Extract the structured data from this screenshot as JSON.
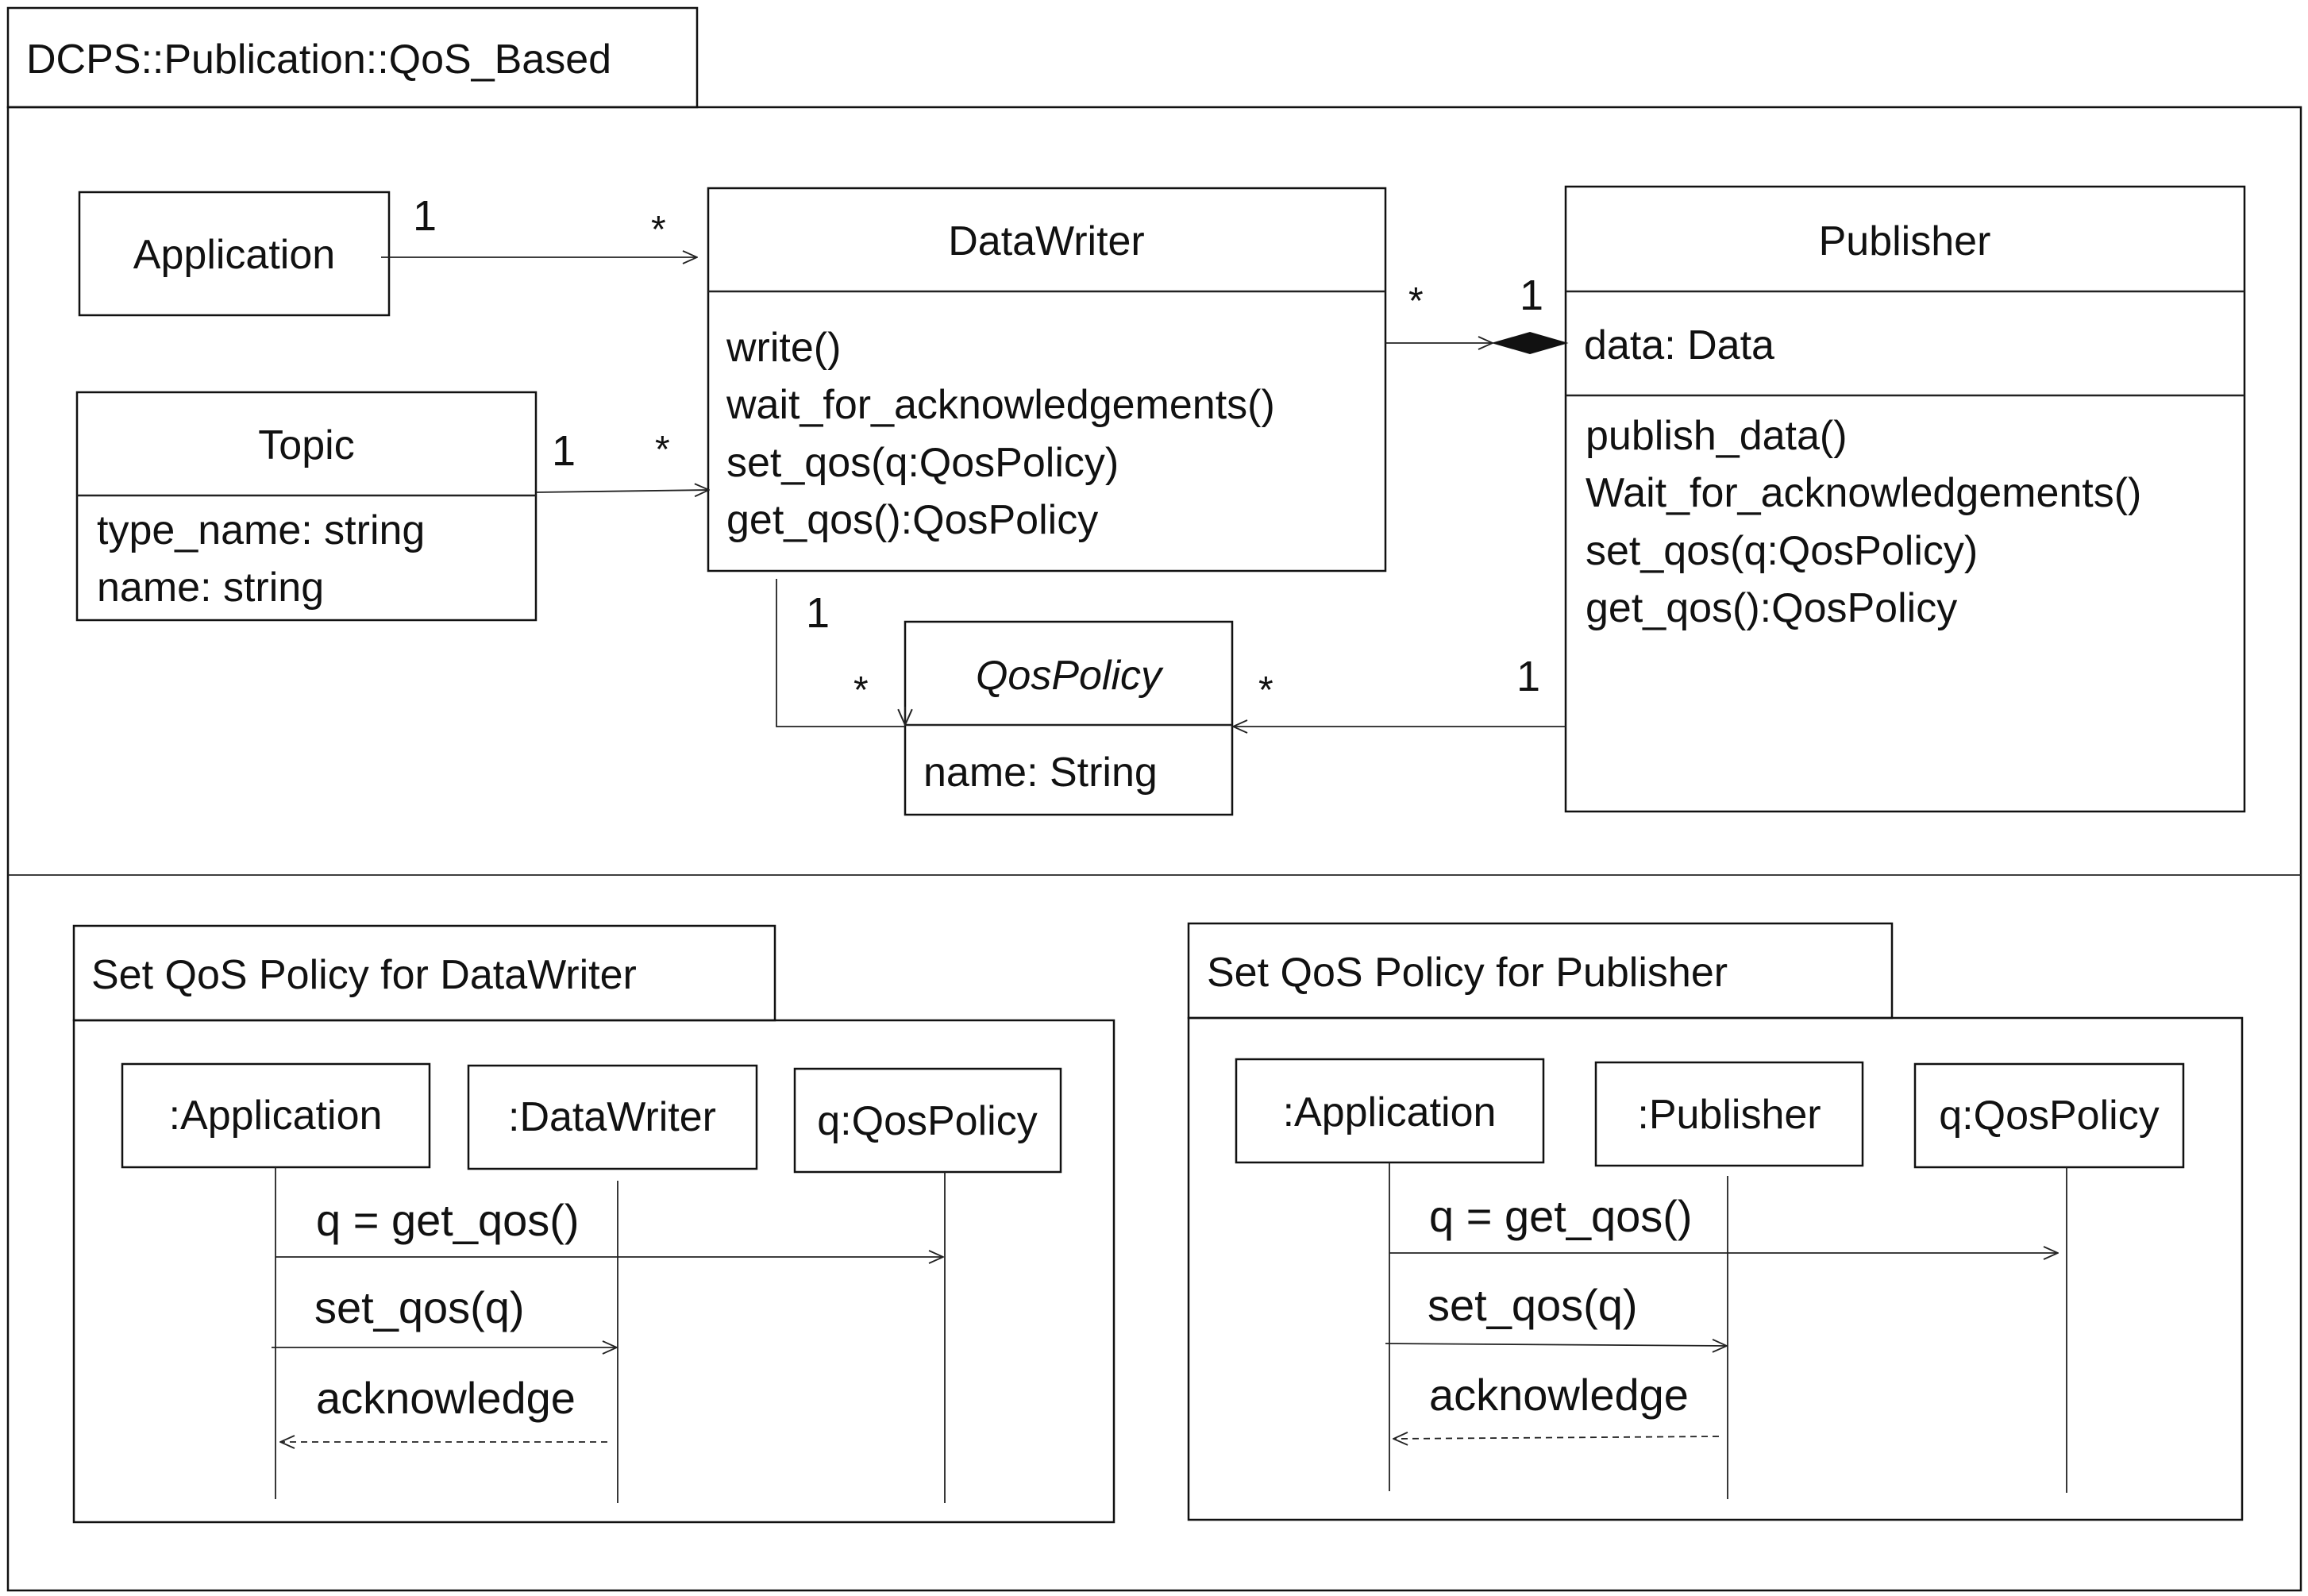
{
  "package": {
    "title": "DCPS::Publication::QoS_Based"
  },
  "classes": {
    "application": {
      "name": "Application"
    },
    "topic": {
      "name": "Topic",
      "attributes": [
        "type_name: string",
        "name: string"
      ]
    },
    "datawriter": {
      "name": "DataWriter",
      "operations": [
        "write()",
        "wait_for_acknowledgements()",
        "set_qos(q:QosPolicy)",
        "get_qos():QosPolicy"
      ]
    },
    "publisher": {
      "name": "Publisher",
      "attributes": [
        "data: Data"
      ],
      "operations": [
        "publish_data()",
        "Wait_for_acknowledgements()",
        "set_qos(q:QosPolicy)",
        "get_qos():QosPolicy"
      ]
    },
    "qospolicy": {
      "name": "QosPolicy",
      "attributes": [
        "name: String"
      ]
    }
  },
  "associations": {
    "app_dw": {
      "source": "1",
      "target": "*"
    },
    "topic_dw": {
      "source": "1",
      "target": "*"
    },
    "dw_pub": {
      "source": "*",
      "target": "1"
    },
    "dw_qos": {
      "source": "1",
      "target": "*"
    },
    "pub_qos": {
      "source": "1",
      "target": "*"
    }
  },
  "sequences": [
    {
      "title": "Set QoS Policy for DataWriter",
      "lifelines": [
        ":Application",
        ":DataWriter",
        "q:QosPolicy"
      ],
      "messages": [
        "q = get_qos()",
        "set_qos(q)",
        "acknowledge"
      ]
    },
    {
      "title": "Set QoS Policy for Publisher",
      "lifelines": [
        ":Application",
        ":Publisher",
        "q:QosPolicy"
      ],
      "messages": [
        "q = get_qos()",
        "set_qos(q)",
        "acknowledge"
      ]
    }
  ]
}
